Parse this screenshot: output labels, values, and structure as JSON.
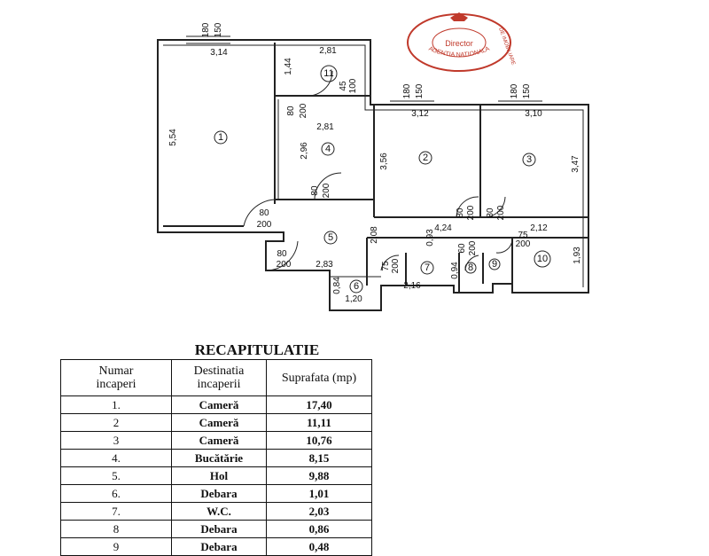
{
  "plan": {
    "rooms": [
      {
        "id": "room-1",
        "label": "1"
      },
      {
        "id": "room-2",
        "label": "2"
      },
      {
        "id": "room-3",
        "label": "3"
      },
      {
        "id": "room-4",
        "label": "4"
      },
      {
        "id": "room-5",
        "label": "5"
      },
      {
        "id": "room-6",
        "label": "6"
      },
      {
        "id": "room-7",
        "label": "7"
      },
      {
        "id": "room-8",
        "label": "8"
      },
      {
        "id": "room-9",
        "label": "9"
      },
      {
        "id": "room-10",
        "label": "10"
      },
      {
        "id": "room-11",
        "label": "11"
      }
    ],
    "dims": {
      "w1": "3,14",
      "h1": "5,54",
      "win1a": "180",
      "win1b": "150",
      "w11": "2,81",
      "h11": "1,44",
      "d11a": "45",
      "d11b": "100",
      "w4": "2,81",
      "h4": "2,96",
      "d4a": "80",
      "d4b": "200",
      "d4c": "80",
      "d4d": "200",
      "w2": "3,12",
      "h2": "3,56",
      "win2a": "180",
      "win2b": "150",
      "w3": "3,10",
      "h3": "3,47",
      "win3a": "180",
      "win3b": "150",
      "d1a": "80",
      "d1b": "200",
      "d5a": "80",
      "d5b": "200",
      "w5": "2,83",
      "h5": "2,08",
      "d2a": "80",
      "d2b": "200",
      "d3a": "80",
      "d3b": "200",
      "h7a": "0,93",
      "w7top": "4,24",
      "w10top": "2,12",
      "d9a": "75",
      "d9b": "200",
      "h10": "1,93",
      "d7a": "75",
      "d7b": "200",
      "w7": "2,16",
      "h8": "0,94",
      "d8a": "60",
      "d8b": "200",
      "h6": "0,84",
      "w6": "1,20"
    }
  },
  "stamp": {
    "line1": "Director",
    "line2": "AGENTIA NATIONALA",
    "line3": "DE IMOBILIARE",
    "color": "#c0392b"
  },
  "recap": {
    "title": "RECAPITULATIE",
    "headers": [
      "Numar\nincaperi",
      "Destinatia\nincaperii",
      "Suprafata (mp)"
    ],
    "rows": [
      {
        "nr": "1.",
        "dest": "Cameră",
        "area": "17,40"
      },
      {
        "nr": "2",
        "dest": "Cameră",
        "area": "11,11"
      },
      {
        "nr": "3",
        "dest": "Cameră",
        "area": "10,76"
      },
      {
        "nr": "4.",
        "dest": "Bucătărie",
        "area": "8,15"
      },
      {
        "nr": "5.",
        "dest": "Hol",
        "area": "9,88"
      },
      {
        "nr": "6.",
        "dest": "Debara",
        "area": "1,01"
      },
      {
        "nr": "7.",
        "dest": "W.C.",
        "area": "2,03"
      },
      {
        "nr": "8",
        "dest": "Debara",
        "area": "0,86"
      },
      {
        "nr": "9",
        "dest": "Debara",
        "area": "0,48"
      }
    ]
  }
}
